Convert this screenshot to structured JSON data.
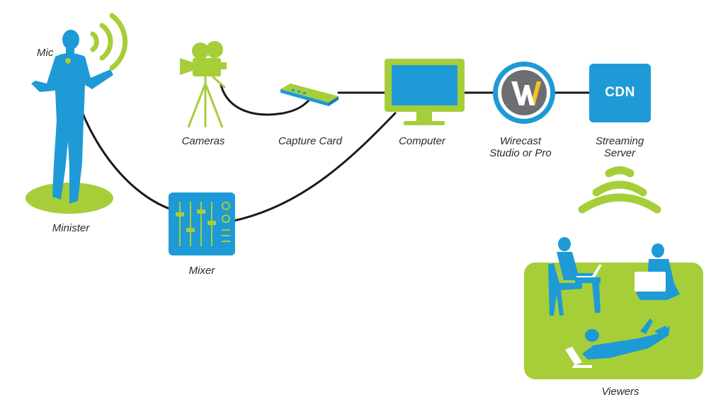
{
  "labels": {
    "mic": "Mic",
    "minister": "Minister",
    "cameras": "Cameras",
    "capture_card": "Capture Card",
    "computer": "Computer",
    "wirecast_line1": "Wirecast",
    "wirecast_line2": "Studio or Pro",
    "streaming_line1": "Streaming",
    "streaming_line2": "Server",
    "mixer": "Mixer",
    "viewers": "Viewers",
    "cdn": "CDN"
  },
  "colors": {
    "blue": "#1e9ad6",
    "green": "#a6ce39",
    "cable": "#1a1a1a",
    "wirecast_gray": "#6d6e71",
    "wirecast_yellow": "#f6c21c"
  }
}
